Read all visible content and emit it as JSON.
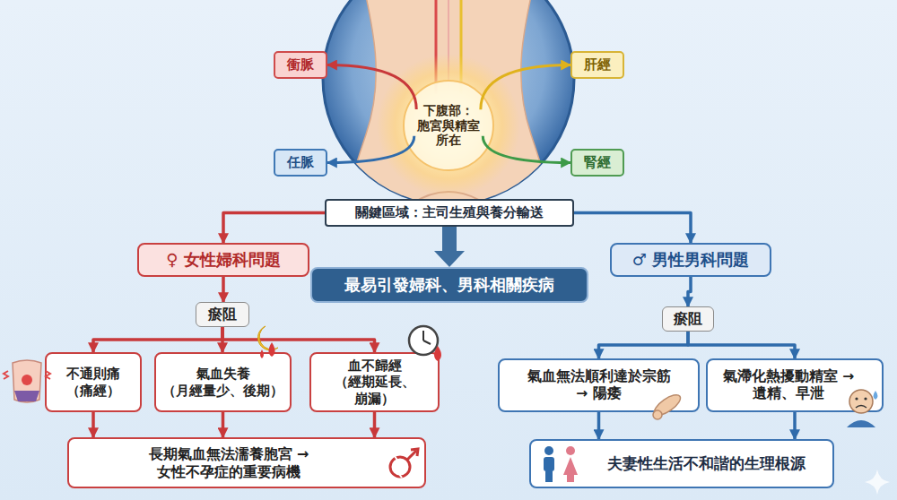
{
  "diagram": {
    "nodes": [
      {
        "text": [
          "衝脈"
        ]
      },
      {
        "text": [
          "肝經"
        ]
      },
      {
        "text": [
          "下腹部： 胞宮與精室 所在"
        ]
      },
      {
        "text": [
          "任脈"
        ]
      },
      {
        "text": [
          "腎經"
        ]
      },
      {
        "text": [
          "關鍵區域：主司生殖與養分輸送"
        ]
      },
      {
        "text": [
          "♀ 女性婦科問題"
        ]
      },
      {
        "text": [
          "最易引發婦科、男科相關疾病"
        ]
      },
      {
        "text": [
          "♂ 男性男科問題"
        ]
      },
      {
        "text": [
          "瘀阻"
        ]
      },
      {
        "text": [
          "瘀阻"
        ]
      },
      {
        "text": [
          "不通則痛 （痛經）"
        ]
      },
      {
        "text": [
          "氣血失養 （月經量少、後期）"
        ]
      },
      {
        "text": [
          "血不歸經 （經期延長、崩漏）"
        ]
      },
      {
        "text": [
          "氣血無法順利達於宗筋 → 陽痿"
        ]
      },
      {
        "text": [
          "氣滯化熱擾動精室 → 遺精、早泄"
        ]
      },
      {
        "text": [
          "長期氣血無法濡養胞宮 → 女性不孕症的重要病機"
        ]
      },
      {
        "text": [
          "夫妻性生活不和諧的生理根源"
        ]
      }
    ],
    "edges": [
      {
        "from": 2,
        "to": 0,
        "arrow": "to"
      },
      {
        "from": 2,
        "to": 1,
        "arrow": "to"
      },
      {
        "from": 2,
        "to": 3,
        "arrow": "to"
      },
      {
        "from": 2,
        "to": 4,
        "arrow": "to"
      },
      {
        "from": 5,
        "to": 6,
        "arrow": "to"
      },
      {
        "from": 5,
        "to": 7,
        "arrow": "to"
      },
      {
        "from": 5,
        "to": 8,
        "arrow": "to"
      },
      {
        "from": 6,
        "to": 9,
        "arrow": "to"
      },
      {
        "from": 8,
        "to": 10,
        "arrow": "to"
      },
      {
        "from": 9,
        "to": 11,
        "arrow": "to"
      },
      {
        "from": 9,
        "to": 12,
        "arrow": "to"
      },
      {
        "from": 9,
        "to": 13,
        "arrow": "to"
      },
      {
        "from": 11,
        "to": 16,
        "arrow": "to"
      },
      {
        "from": 12,
        "to": 16,
        "arrow": "to"
      },
      {
        "from": 13,
        "to": 16,
        "arrow": "to"
      },
      {
        "from": 10,
        "to": 14,
        "arrow": "to"
      },
      {
        "from": 10,
        "to": 15,
        "arrow": "to"
      },
      {
        "from": 14,
        "to": 17,
        "arrow": "to"
      },
      {
        "from": 15,
        "to": 17,
        "arrow": "to"
      }
    ]
  }
}
